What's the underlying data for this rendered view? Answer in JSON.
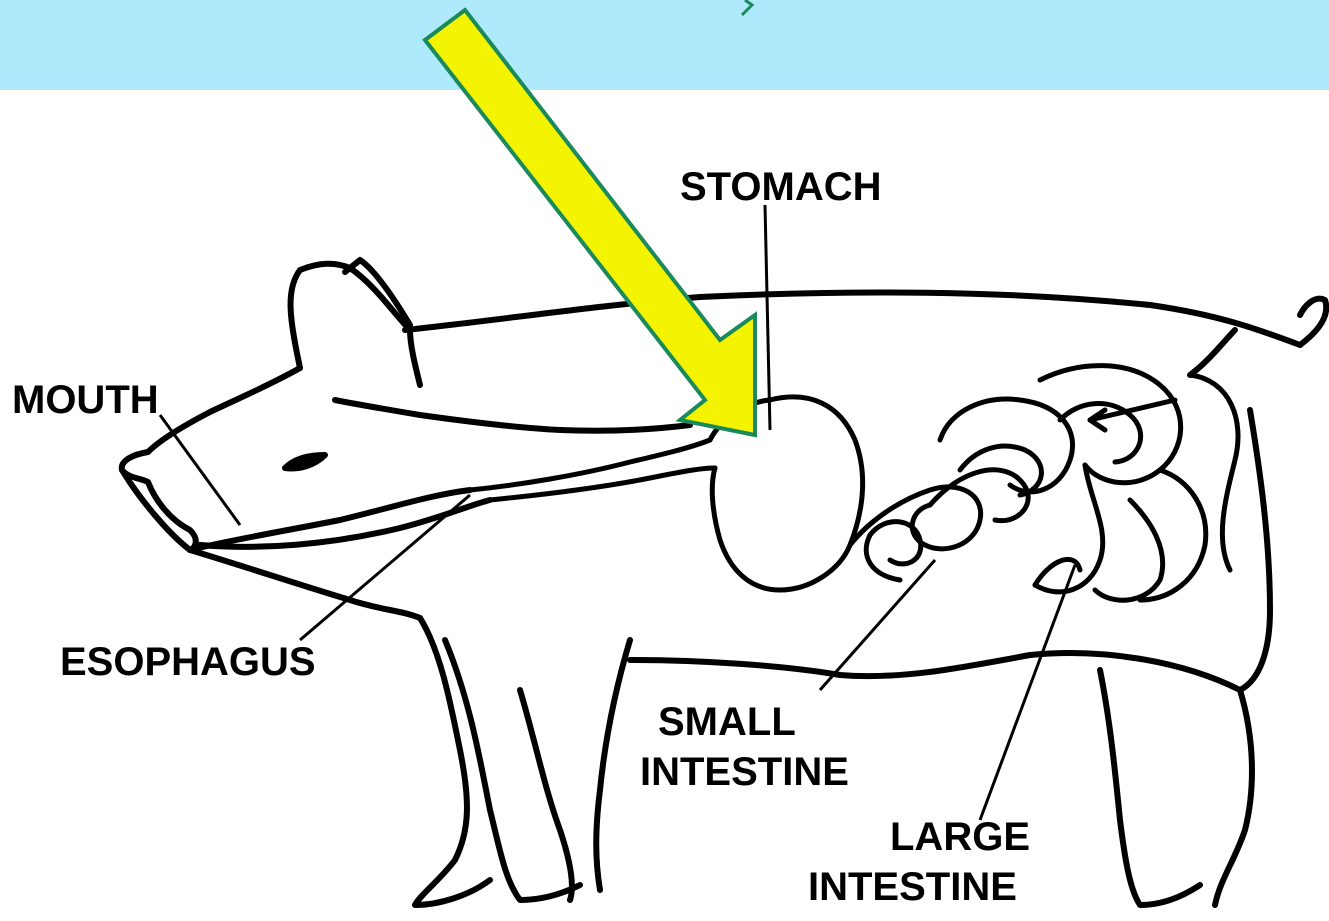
{
  "diagram": {
    "labels": {
      "stomach": "STOMACH",
      "mouth": "MOUTH",
      "esophagus": "ESOPHAGUS",
      "small_intestine_line1": "SMALL",
      "small_intestine_line2": "INTESTINE",
      "large_intestine_line1": "LARGE",
      "large_intestine_line2": "INTESTINE"
    },
    "colors": {
      "banner": "#aeeafc",
      "arrow_fill": "#f4f400",
      "arrow_stroke": "#1a8a5a",
      "ink": "#000000"
    },
    "icons": {
      "pointer": "highlight-arrow",
      "animal": "pig-outline"
    }
  }
}
